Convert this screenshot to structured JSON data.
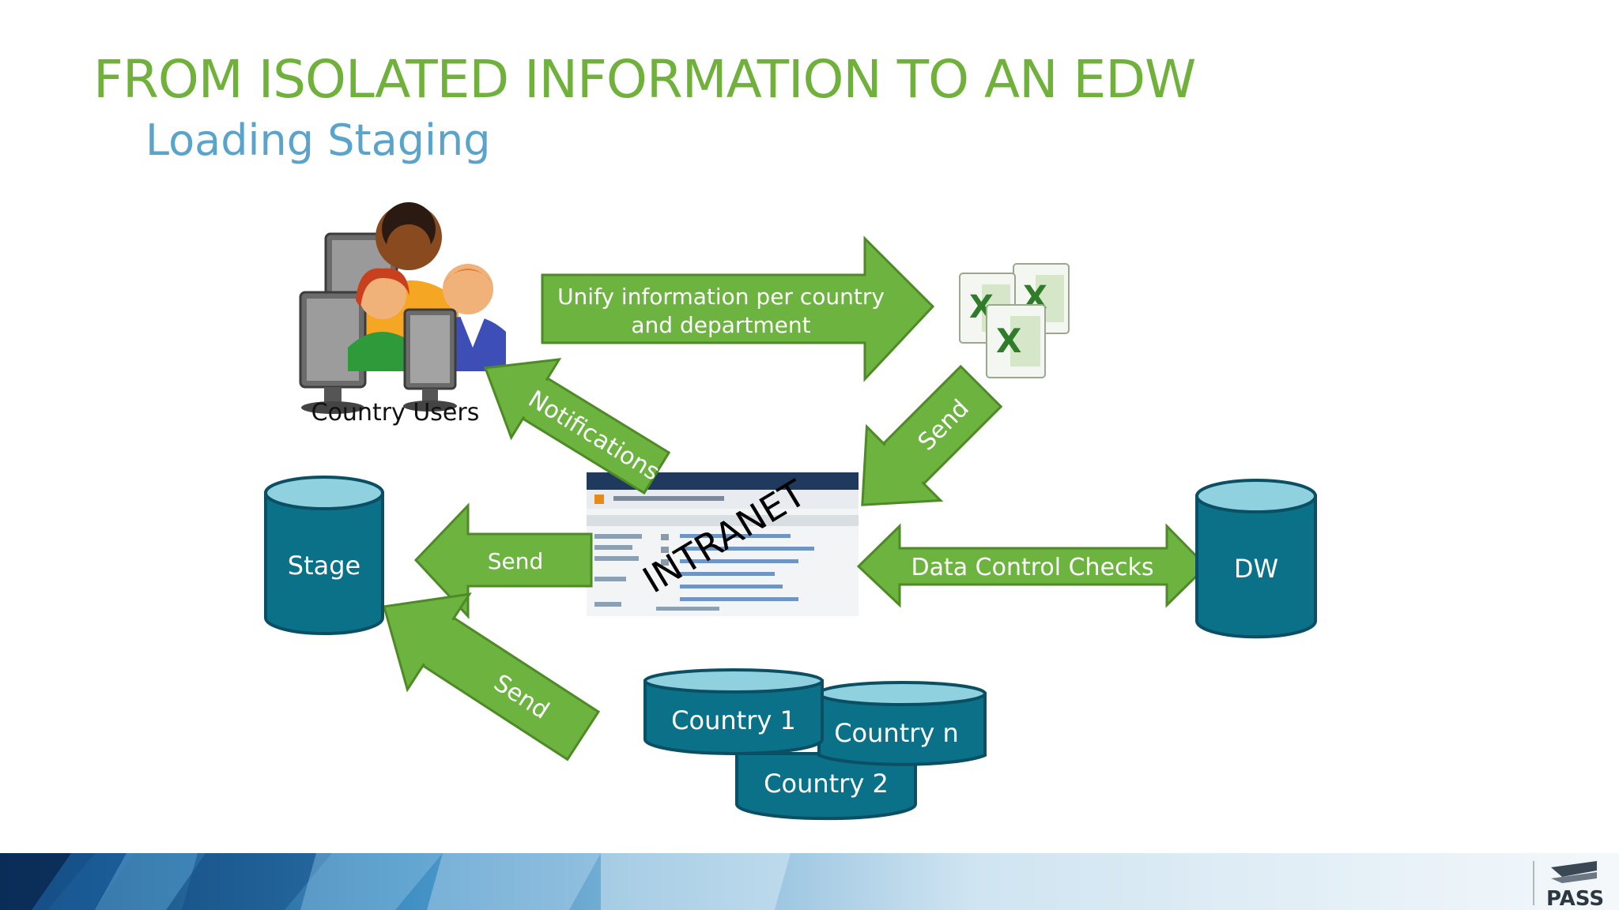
{
  "slide": {
    "title": "FROM ISOLATED INFORMATION TO AN EDW",
    "subtitle": "Loading Staging"
  },
  "diagram": {
    "actors": {
      "country_users": "Country Users"
    },
    "stores": {
      "stage": "Stage",
      "dw": "DW",
      "country_1": "Country 1",
      "country_2": "Country 2",
      "country_n": "Country n"
    },
    "intranet_label": "INTRANET",
    "arrows": {
      "unify_line1": "Unify information per country",
      "unify_line2": "and department",
      "notifications": "Notifications",
      "send_excel": "Send",
      "send_stage": "Send",
      "send_countries": "Send",
      "data_control_checks": "Data Control Checks"
    }
  },
  "footer": {
    "logo_text": "PASS"
  },
  "colors": {
    "title": "#6fb13a",
    "subtitle": "#5aa4cc",
    "arrow_fill": "#6db33f",
    "arrow_stroke": "#4e8a26",
    "cylinder_body": "#0a7189",
    "cylinder_top": "#8fd1de"
  }
}
